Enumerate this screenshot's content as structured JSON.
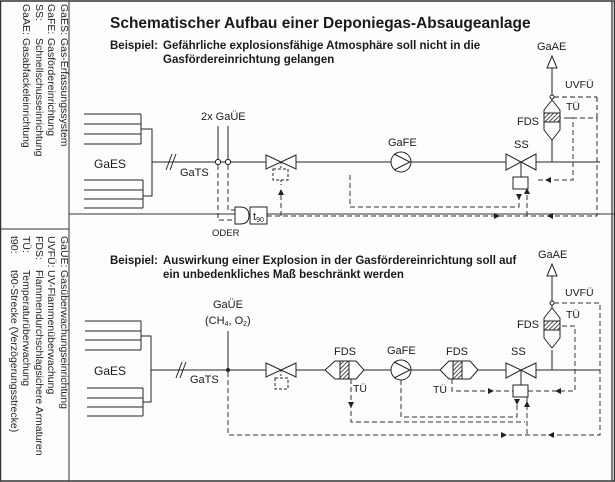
{
  "title": "Schematischer Aufbau einer Deponiegas-Absaugeanlage",
  "legend_top": [
    {
      "abbr": "GaES:",
      "text": "Gas-Erfassungssystem"
    },
    {
      "abbr": "GaFE:",
      "text": "Gasfördereinrichtung"
    },
    {
      "abbr": "SS:",
      "text": "Schnellschusseinrichtung"
    },
    {
      "abbr": "GaAE:",
      "text": "Gasabfackeleinrichtung"
    }
  ],
  "legend_bottom": [
    {
      "abbr": "GaÜE:",
      "text": "Gasüberwachungseinrichtung"
    },
    {
      "abbr": "UVFÜ:",
      "text": "UV-Flammenüberwachung"
    },
    {
      "abbr": "FDS:",
      "text": "Flammendurchschlagsichere Armaturen"
    },
    {
      "abbr": "TÜ:",
      "text": "Temperaturüberwachung"
    },
    {
      "abbr": "t90:",
      "text": "t90-Strecke (Verzögerungsstrecke)"
    }
  ],
  "example1": {
    "label": "Beispiel:",
    "line1": "Gefährliche explosionsfähige Atmosphäre soll nicht in die",
    "line2": "Gasfördereinrichtung gelangen",
    "labels": {
      "gaes": "GaES",
      "gats": "GaTS",
      "gaue": "2x GaÜE",
      "oder": "ODER",
      "t90": "t",
      "t90_sub": "90",
      "gafe": "GaFE",
      "ss": "SS",
      "fds": "FDS",
      "tue": "TÜ",
      "uvfue": "UVFÜ",
      "gaae": "GaAE"
    }
  },
  "example2": {
    "label": "Beispiel:",
    "line1": "Auswirkung einer Explosion in der Gasfördereinrichtung soll auf",
    "line2": "ein unbedenkliches Maß beschränkt werden",
    "labels": {
      "gaes": "GaES",
      "gats": "GaTS",
      "gaue": "GaÜE",
      "gaue_sub": "(CH",
      "ch4_sub": "4",
      "o2": ", O",
      "o2_sub": "2",
      "close": ")",
      "fds1": "FDS",
      "tue1": "TÜ",
      "gafe": "GaFE",
      "fds2": "FDS",
      "tue2": "TÜ",
      "ss": "SS",
      "fds3": "FDS",
      "tue3": "TÜ",
      "uvfue": "UVFÜ",
      "gaae": "GaAE"
    }
  }
}
